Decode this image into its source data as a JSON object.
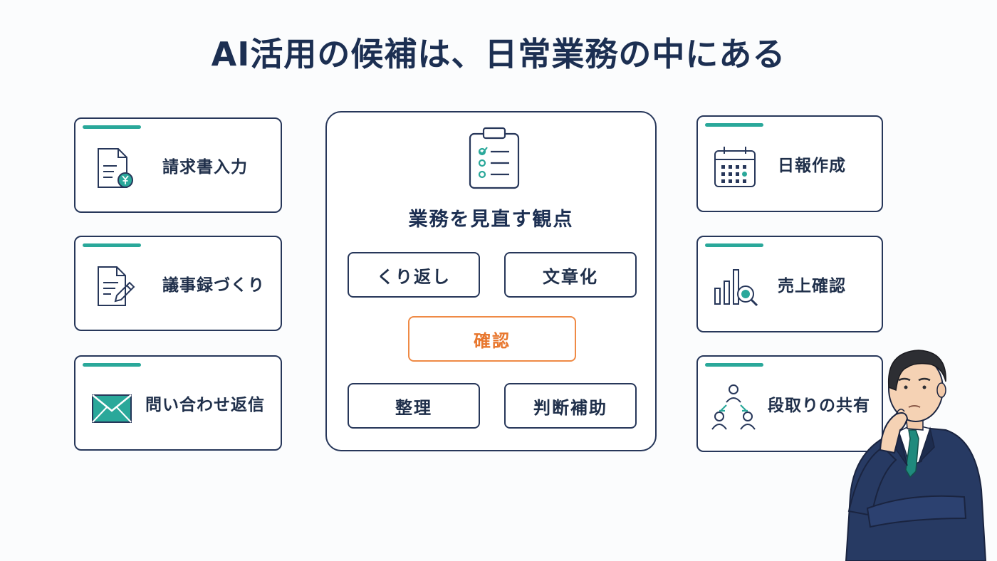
{
  "title": "AI活用の候補は、日常業務の中にある",
  "left_cards": [
    {
      "label": "請求書入力",
      "icon": "invoice-yen-icon"
    },
    {
      "label": "議事録づくり",
      "icon": "document-pencil-icon"
    },
    {
      "label": "問い合わせ返信",
      "icon": "envelope-icon"
    }
  ],
  "right_cards": [
    {
      "label": "日報作成",
      "icon": "calendar-icon"
    },
    {
      "label": "売上確認",
      "icon": "bar-chart-search-icon"
    },
    {
      "label": "段取りの共有",
      "icon": "team-network-icon"
    }
  ],
  "center": {
    "icon": "clipboard-checklist-icon",
    "title": "業務を見直す観点",
    "chips": [
      "くり返し",
      "文章化",
      "確認",
      "整理",
      "判断補助"
    ],
    "highlight_chip": "確認"
  },
  "colors": {
    "navy": "#27375a",
    "teal_accent": "#2aa89a",
    "orange_highlight": "#ef8a45"
  },
  "illustration": "thinking-businessman"
}
